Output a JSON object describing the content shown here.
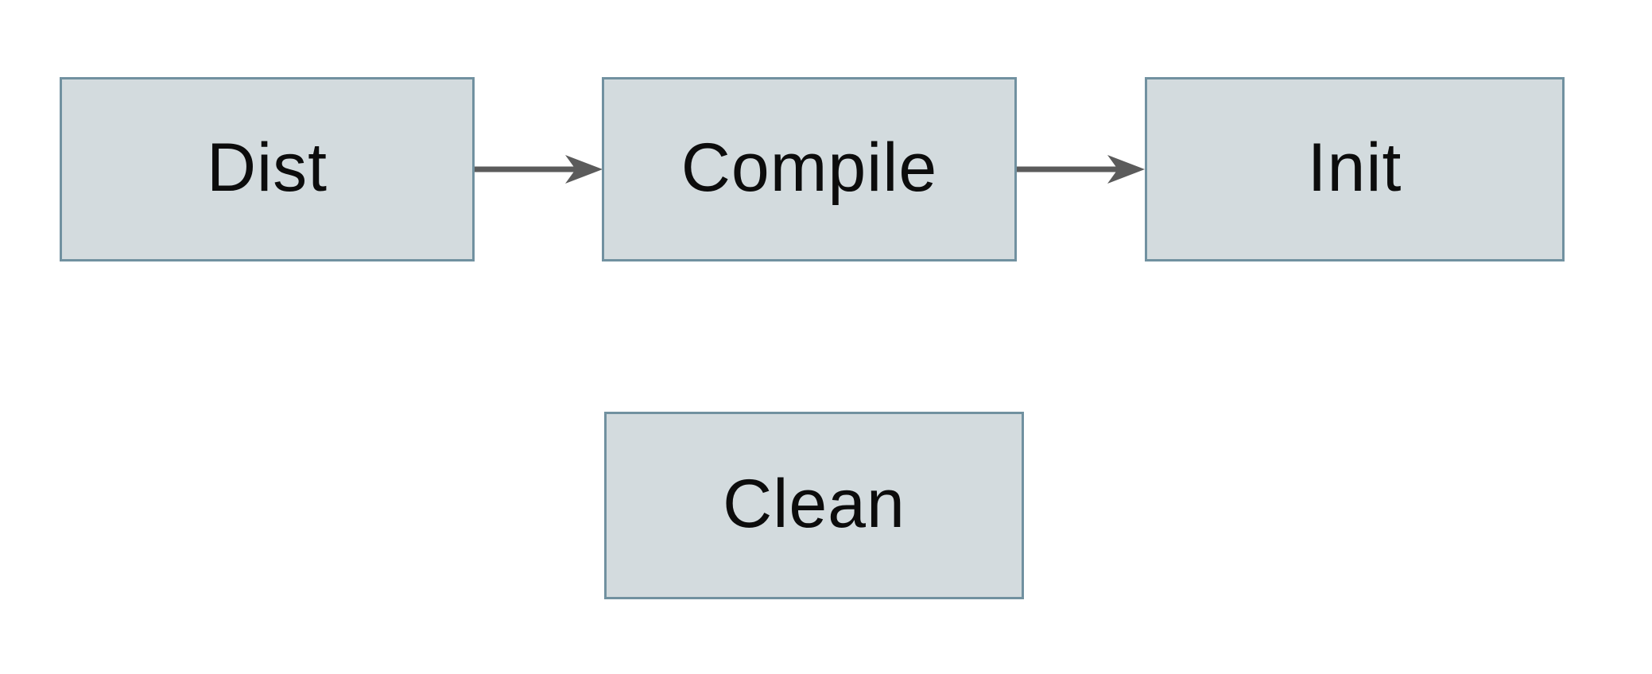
{
  "diagram": {
    "title": "build-tasks-flowchart",
    "colors": {
      "bg": "#ffffff",
      "box_fill": "#d3dbde",
      "box_border": "#7191a0",
      "arrow": "#5b5b5b",
      "text": "#0c0c0c"
    },
    "nodes": [
      {
        "id": "dist",
        "label": "Dist"
      },
      {
        "id": "compile",
        "label": "Compile"
      },
      {
        "id": "init",
        "label": "Init"
      },
      {
        "id": "clean",
        "label": "Clean"
      }
    ],
    "edges": [
      {
        "from": "dist",
        "to": "compile",
        "style": "solid-arrow"
      },
      {
        "from": "compile",
        "to": "init",
        "style": "solid-arrow"
      }
    ]
  }
}
